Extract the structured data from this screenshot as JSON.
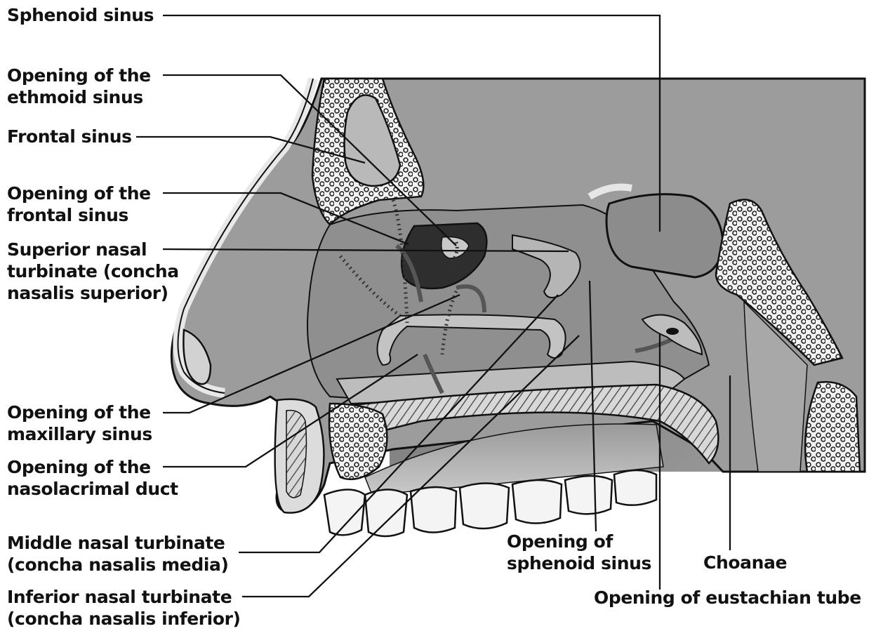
{
  "labels": {
    "sphenoid_sinus": [
      "Sphenoid sinus"
    ],
    "opening_ethmoid": [
      "Opening of the",
      "ethmoid sinus"
    ],
    "frontal_sinus": [
      "Frontal sinus"
    ],
    "opening_frontal": [
      "Opening of the",
      "frontal sinus"
    ],
    "superior_turbinate": [
      "Superior nasal",
      "turbinate (concha",
      "nasalis superior)"
    ],
    "opening_maxillary": [
      "Opening of the",
      "maxillary sinus"
    ],
    "opening_nasolacrimal": [
      "Opening of the",
      "nasolacrimal duct"
    ],
    "middle_turbinate": [
      "Middle nasal turbinate",
      "(concha nasalis media)"
    ],
    "inferior_turbinate": [
      "Inferior nasal turbinate",
      "(concha nasalis inferior)"
    ],
    "opening_sphenoid": [
      "Opening of",
      "sphenoid sinus"
    ],
    "choanae": [
      "Choanae"
    ],
    "opening_eustachian": [
      "Opening of eustachian tube"
    ]
  },
  "colors": {
    "background": "#ffffff",
    "text": "#111111",
    "soft_tissue": "#b4b4b4",
    "bone": "#e6e6e6",
    "cavity": "#8a8a8a",
    "dark_region": "#3a3a3a"
  }
}
